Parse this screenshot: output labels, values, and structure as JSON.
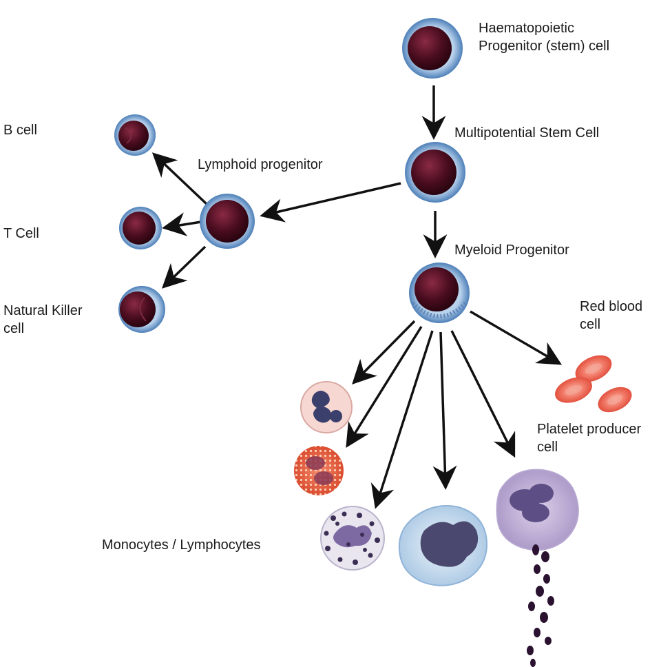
{
  "labels": {
    "stem_cell_line1": "Haematopoietic",
    "stem_cell_line2": "Progenitor (stem) cell",
    "multipotential": "Multipotential Stem Cell",
    "lymphoid": "Lymphoid progenitor",
    "myeloid": "Myeloid Progenitor",
    "b_cell": "B cell",
    "t_cell": "T Cell",
    "nk_line1": "Natural Killer",
    "nk_line2": "cell",
    "rbc_line1": "Red blood",
    "rbc_line2": "cell",
    "platelet_line1": "Platelet producer",
    "platelet_line2": "cell",
    "mono_lympho": "Monocytes / Lymphocytes"
  },
  "colors": {
    "nucleus": "#4a0d1f",
    "cell_ring": "#6f9fd0",
    "cell_ring_light": "#c9dcf0",
    "red_blood_cell": "#f06a5a",
    "arrow": "#111111"
  }
}
